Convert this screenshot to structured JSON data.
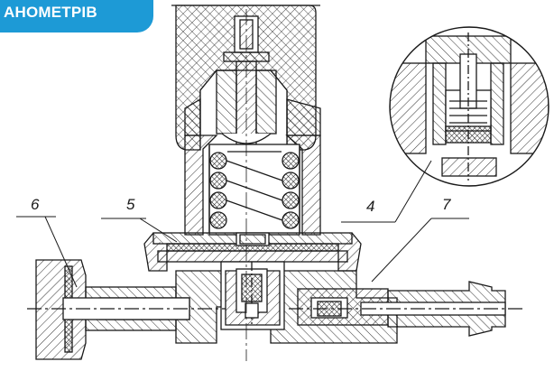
{
  "banner": {
    "text": "АНОМЕТРІВ",
    "color": "#1d9ad6"
  },
  "callouts": [
    {
      "id": "6",
      "label": "6"
    },
    {
      "id": "5",
      "label": "5"
    },
    {
      "id": "4",
      "label": "4"
    },
    {
      "id": "7",
      "label": "7"
    }
  ],
  "colors": {
    "line": "#1a1a1a",
    "background": "#ffffff"
  }
}
